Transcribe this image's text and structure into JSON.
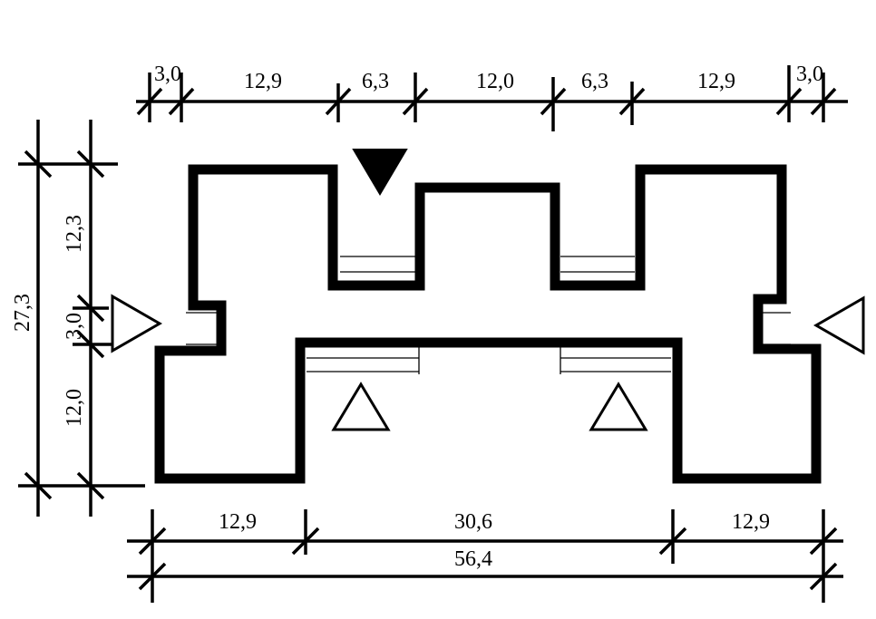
{
  "dimensions": {
    "top": [
      "3,0",
      "12,9",
      "6,3",
      "12,0",
      "6,3",
      "12,9",
      "3,0"
    ],
    "left_total": "27,3",
    "left": [
      "12,3",
      "3,0",
      "12,0"
    ],
    "bottom": [
      "12,9",
      "30,6",
      "12,9"
    ],
    "bottom_total": "56,4"
  },
  "markers": [
    {
      "kind": "filled-triangle",
      "direction": "down"
    },
    {
      "kind": "open-triangle",
      "direction": "right"
    },
    {
      "kind": "open-triangle",
      "direction": "left"
    },
    {
      "kind": "open-triangle",
      "direction": "up"
    },
    {
      "kind": "open-triangle",
      "direction": "up"
    }
  ]
}
